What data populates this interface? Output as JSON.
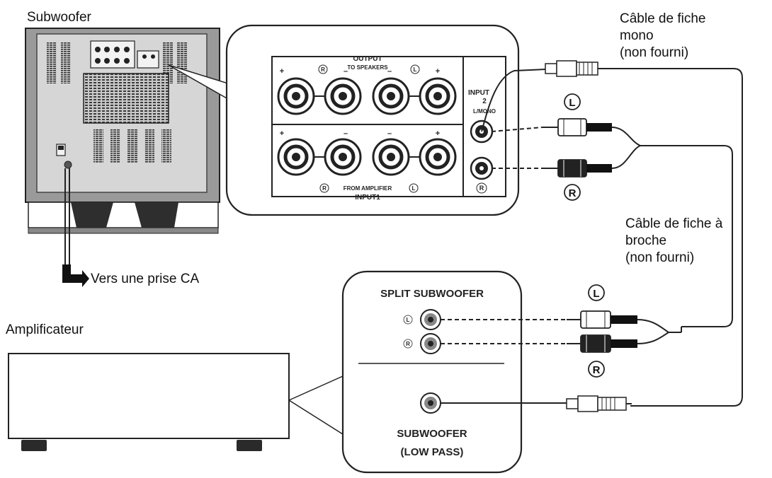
{
  "labels": {
    "subwoofer": "Subwoofer",
    "ac_outlet": "Vers une prise CA",
    "amplifier": "Amplificateur",
    "mono_cable_l1": "Câble de fiche",
    "mono_cable_l2": "mono",
    "mono_cable_l3": "(non fourni)",
    "pin_cable_l1": "Câble de fiche à",
    "pin_cable_l2": "broche",
    "pin_cable_l3": "(non fourni)"
  },
  "sub_panel": {
    "output": "OUTPUT",
    "to_speakers": "TO SPEAKERS",
    "plus": "+",
    "minus": "–",
    "r": "R",
    "l": "L",
    "input2": "INPUT",
    "input2_num": "2",
    "l_mono": "L/MONO",
    "r_in": "R",
    "from_amplifier": "FROM AMPLIFIER",
    "input1": "INPUT1"
  },
  "amp_panel": {
    "split_subwoofer": "SPLIT SUBWOOFER",
    "l": "L",
    "r": "R",
    "subwoofer": "SUBWOOFER",
    "low_pass": "(LOW PASS)"
  },
  "plug_markers": {
    "top_l": "L",
    "top_r": "R",
    "bottom_l": "L",
    "bottom_r": "R"
  }
}
